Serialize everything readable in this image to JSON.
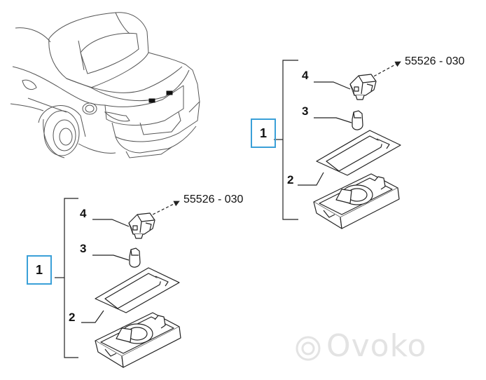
{
  "callouts": {
    "top": {
      "assembly": "1",
      "lens": "2",
      "bulb": "3",
      "holder": "4",
      "ref": "55526 - 030"
    },
    "bottom": {
      "assembly": "1",
      "lens": "2",
      "bulb": "3",
      "holder": "4",
      "ref": "55526 - 030"
    }
  },
  "watermark": {
    "text": "Ovoko"
  },
  "colors": {
    "line": "#222222",
    "highlight_box": "#3aa0d8",
    "watermark": "#e3e3e3"
  }
}
